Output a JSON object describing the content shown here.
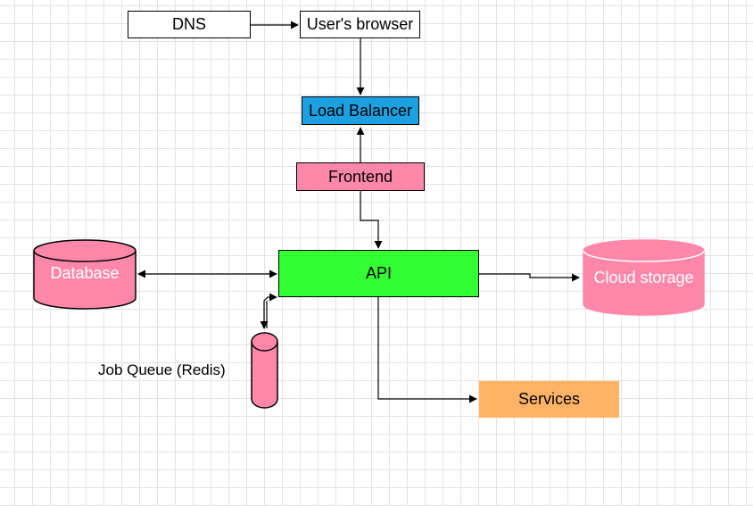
{
  "diagram": {
    "nodes": {
      "dns": {
        "label": "DNS",
        "fill": "#ffffff"
      },
      "browser": {
        "label": "User's browser",
        "fill": "#ffffff"
      },
      "load_balancer": {
        "label": "Load Balancer",
        "fill": "#1ba1e2"
      },
      "frontend": {
        "label": "Frontend",
        "fill": "#ff88aa"
      },
      "api": {
        "label": "API",
        "fill": "#33ff33"
      },
      "database": {
        "label": "Database",
        "fill": "#ff88aa"
      },
      "cloud_storage": {
        "label": "Cloud storage",
        "fill": "#ff88aa"
      },
      "job_queue": {
        "label": "Job Queue (Redis)",
        "fill": "#ff88aa"
      },
      "services": {
        "label": "Services",
        "fill": "#ffb366"
      }
    },
    "edges": [
      {
        "from": "dns",
        "to": "browser"
      },
      {
        "from": "browser",
        "to": "load_balancer"
      },
      {
        "from": "frontend",
        "to": "load_balancer"
      },
      {
        "from": "frontend",
        "to": "api"
      },
      {
        "from": "api",
        "to": "database",
        "bidirectional": true
      },
      {
        "from": "api",
        "to": "cloud_storage"
      },
      {
        "from": "api",
        "to": "job_queue",
        "bidirectional": true
      },
      {
        "from": "api",
        "to": "services"
      }
    ]
  }
}
